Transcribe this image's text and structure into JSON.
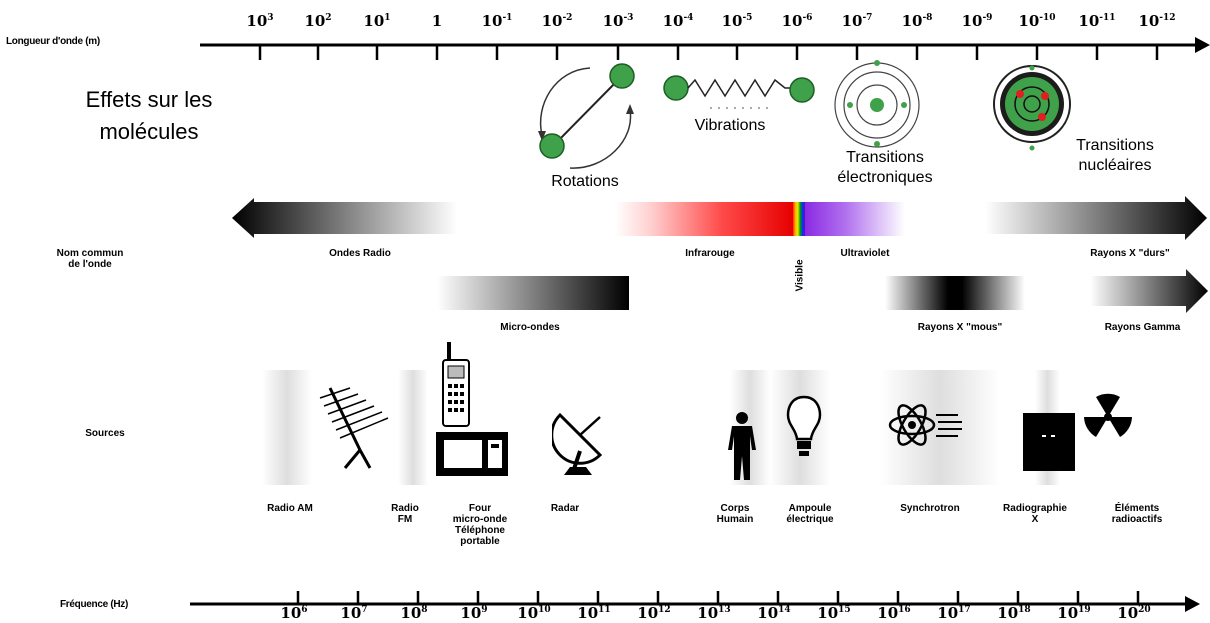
{
  "axes": {
    "wavelength_label": "Longueur d'onde (m)",
    "frequency_label": "Fréquence (Hz)",
    "wavelength_ticks": [
      {
        "base": "10",
        "exp": "3"
      },
      {
        "base": "10",
        "exp": "2"
      },
      {
        "base": "10",
        "exp": "1"
      },
      {
        "base": "1",
        "exp": ""
      },
      {
        "base": "10",
        "exp": "-1"
      },
      {
        "base": "10",
        "exp": "-2"
      },
      {
        "base": "10",
        "exp": "-3"
      },
      {
        "base": "10",
        "exp": "-4"
      },
      {
        "base": "10",
        "exp": "-5"
      },
      {
        "base": "10",
        "exp": "-6"
      },
      {
        "base": "10",
        "exp": "-7"
      },
      {
        "base": "10",
        "exp": "-8"
      },
      {
        "base": "10",
        "exp": "-9"
      },
      {
        "base": "10",
        "exp": "-10"
      },
      {
        "base": "10",
        "exp": "-11"
      },
      {
        "base": "10",
        "exp": "-12"
      }
    ],
    "frequency_ticks": [
      {
        "base": "10",
        "exp": "6"
      },
      {
        "base": "10",
        "exp": "7"
      },
      {
        "base": "10",
        "exp": "8"
      },
      {
        "base": "10",
        "exp": "9"
      },
      {
        "base": "10",
        "exp": "10"
      },
      {
        "base": "10",
        "exp": "11"
      },
      {
        "base": "10",
        "exp": "12"
      },
      {
        "base": "10",
        "exp": "13"
      },
      {
        "base": "10",
        "exp": "14"
      },
      {
        "base": "10",
        "exp": "15"
      },
      {
        "base": "10",
        "exp": "16"
      },
      {
        "base": "10",
        "exp": "17"
      },
      {
        "base": "10",
        "exp": "18"
      },
      {
        "base": "10",
        "exp": "19"
      },
      {
        "base": "10",
        "exp": "20"
      }
    ]
  },
  "molecules": {
    "title_line1": "Effets sur les",
    "title_line2": "molécules",
    "rotations": "Rotations",
    "vibrations": "Vibrations",
    "electronic_line1": "Transitions",
    "electronic_line2": "électroniques",
    "nuclear_line1": "Transitions",
    "nuclear_line2": "nucléaires"
  },
  "bands": {
    "section_label_line1": "Nom commun",
    "section_label_line2": "de l'onde",
    "radio": "Ondes Radio",
    "infrared": "Infrarouge",
    "visible": "Visible",
    "ultraviolet": "Ultraviolet",
    "hard_xrays": "Rayons X \"durs\"",
    "microwaves": "Micro-ondes",
    "soft_xrays": "Rayons X \"mous\"",
    "gamma": "Rayons Gamma"
  },
  "sources": {
    "section_label": "Sources",
    "am_radio": "Radio AM",
    "fm_radio_line1": "Radio",
    "fm_radio_line2": "FM",
    "oven_line1": "Four",
    "oven_line2": "micro-onde",
    "oven_line3": "Téléphone",
    "oven_line4": "portable",
    "radar": "Radar",
    "bodies_line1": "Corps",
    "bodies_line2": "Humain",
    "lamp_line1": "Ampoule",
    "lamp_line2": "électrique",
    "synchrotron": "Synchrotron",
    "xray_line1": "Radiographie",
    "xray_line2": "X",
    "radioactive_line1": "Éléments",
    "radioactive_line2": "radioactifs"
  },
  "colors": {
    "particle_green": "#3fa14a",
    "nucleus_red": "#e02020",
    "axis_black": "#000000"
  }
}
